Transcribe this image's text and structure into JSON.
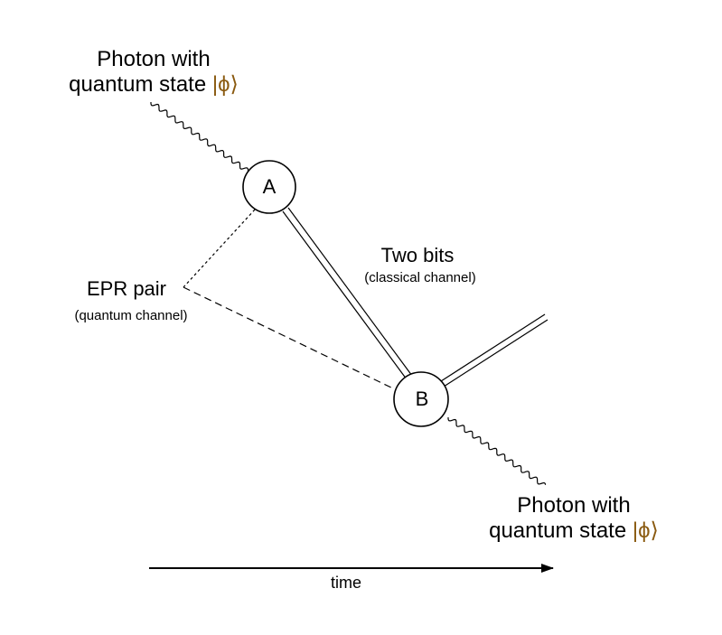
{
  "top_photon": {
    "line1": "Photon with",
    "line2": "quantum state ",
    "state": "|ϕ⟩"
  },
  "bottom_photon": {
    "line1": "Photon with",
    "line2": "quantum state ",
    "state": "|ϕ⟩"
  },
  "node_a": "A",
  "node_b": "B",
  "classical": {
    "title": "Two bits",
    "subtitle": "(classical channel)"
  },
  "quantum": {
    "title": "EPR pair",
    "subtitle": "(quantum channel)"
  },
  "axis_label": "time",
  "colors": {
    "state": "#8a5a10",
    "line": "#000000"
  }
}
